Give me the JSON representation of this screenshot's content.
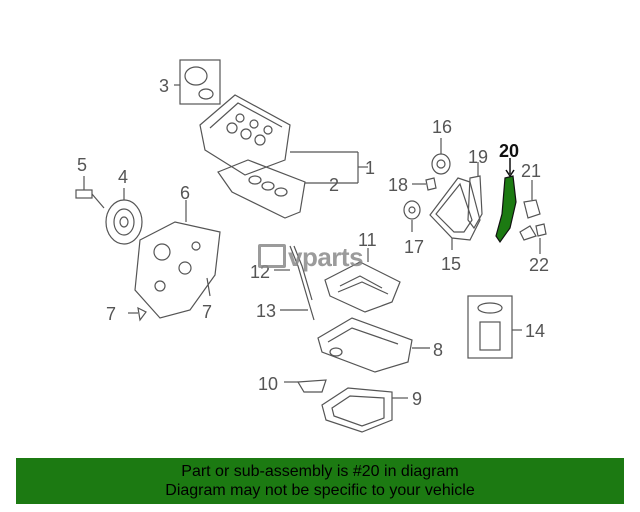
{
  "diagram": {
    "active_part": "20",
    "callouts": [
      "1",
      "2",
      "3",
      "4",
      "5",
      "6",
      "7",
      "7",
      "8",
      "9",
      "10",
      "11",
      "12",
      "13",
      "14",
      "15",
      "16",
      "17",
      "18",
      "19",
      "20",
      "21",
      "22"
    ]
  },
  "watermark": {
    "text": "vparts"
  },
  "footer": {
    "line1": "Part or sub-assembly is #20 in diagram",
    "line2": "Diagram may not be specific to your vehicle",
    "background": "#1c7a12"
  },
  "colors": {
    "line": "#555555",
    "highlight": "#1c7a12"
  }
}
